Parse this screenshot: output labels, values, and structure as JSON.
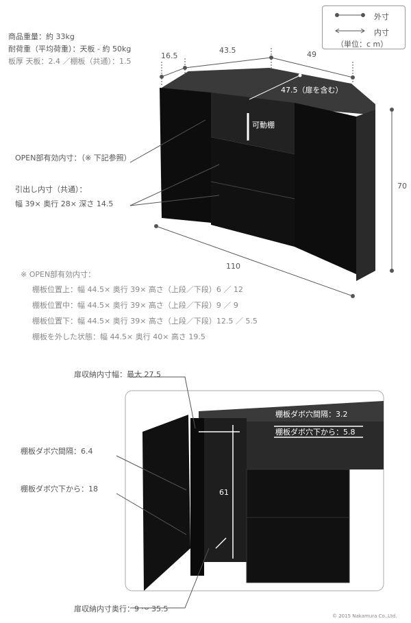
{
  "specs": {
    "weight": "商品重量：約 33kg",
    "load": "耐荷重（平均荷重）：天板 - 約 50kg",
    "thickness": "板厚 天板：2.4 ／棚板（共通）：1.5"
  },
  "legend": {
    "outer": "外寸",
    "inner": "内寸",
    "unit": "（単位：c m）"
  },
  "dimensions": {
    "d1": "16.5",
    "d2": "43.5",
    "d3": "49",
    "depth": "47.5（扉を含む）",
    "height": "70",
    "width": "110",
    "movable_shelf": "可動棚"
  },
  "callouts": {
    "open_inner": "OPEN部有効内寸：（※ 下記参照）",
    "drawer_title": "引出し内寸（共通）：",
    "drawer_dims": "幅 39× 奥行 28× 深さ 14.5"
  },
  "notes": {
    "title": "※ OPEN部有効内寸：",
    "rows": [
      "棚板位置上：幅 44.5× 奥行 39× 高さ（上段／下段）6 ／ 12",
      "棚板位置中：幅 44.5× 奥行 39× 高さ（上段／下段）9 ／ 9",
      "棚板位置下：幅 44.5× 奥行 39× 高さ（上段／下段）12.5 ／ 5.5",
      "棚板を外した状態：幅 44.5× 奥行 40× 高さ 19.5"
    ]
  },
  "detail": {
    "door_width": "扉収納内寸幅：最大 27.5",
    "dowel_interval_left": "棚板ダボ穴間隔：6.4",
    "dowel_from_bottom_left": "棚板ダボ穴下から：18",
    "inner_height": "61",
    "dowel_interval_right": "棚板ダボ穴間隔：3.2",
    "dowel_from_bottom_right": "棚板ダボ穴下から：5.8",
    "door_depth": "扉収納内寸奥行：9 〜 35.5"
  },
  "copyright": "© 2015 Nakamura Co.,Ltd."
}
